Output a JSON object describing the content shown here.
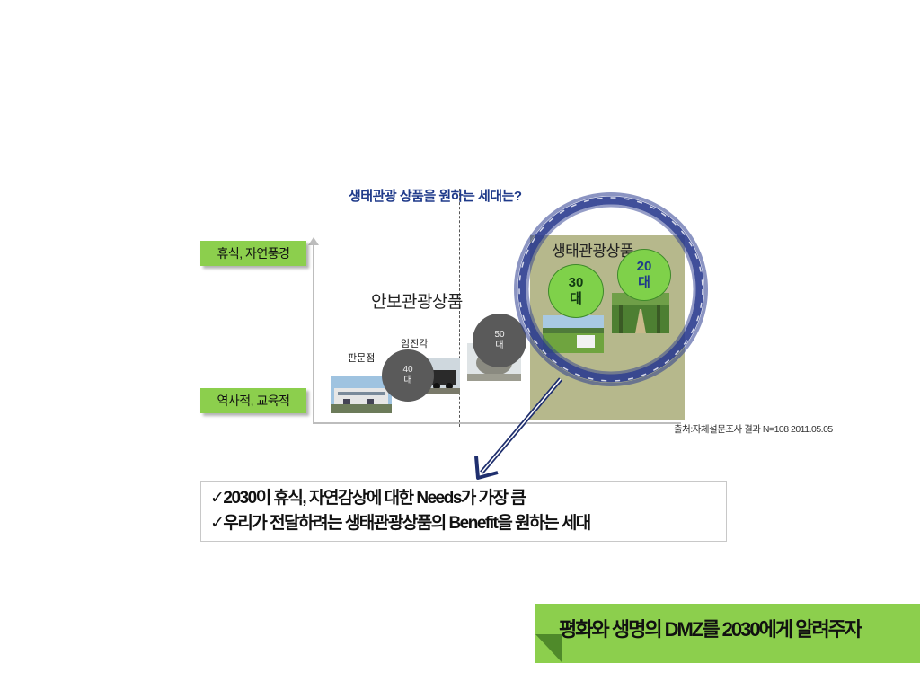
{
  "title": "생태관광 상품을 원하는 세대는?",
  "axis_labels": {
    "top": "휴식, 자연풍경",
    "bottom": "역사적, 교육적"
  },
  "security_tourism": {
    "label": "안보관광상품",
    "places": [
      "판문점",
      "임진각"
    ],
    "age_groups": [
      {
        "line1": "40",
        "line2": "대"
      },
      {
        "line1": "50",
        "line2": "대"
      }
    ]
  },
  "eco_tourism": {
    "label": "생태관광상품",
    "age_groups": [
      {
        "line1": "30",
        "line2": "대"
      },
      {
        "line1": "20",
        "line2": "대"
      }
    ]
  },
  "source": "출처:자체설문조사 결과 N=108 2011.05.05",
  "findings": [
    "2030이 휴식, 자연감상에 대한 Needs가 가장 큼",
    "우리가 전달하려는 생태관광상품의 Benefit을 원하는 세대"
  ],
  "check_mark": "✓",
  "banner": "평화와 생명의 DMZ를 2030에게 알려주자",
  "colors": {
    "label_green": "#8ccf4d",
    "title_blue": "#1f3a8a",
    "eco_panel": "#b6b88c",
    "ring_blue": "#2b3c8f"
  }
}
